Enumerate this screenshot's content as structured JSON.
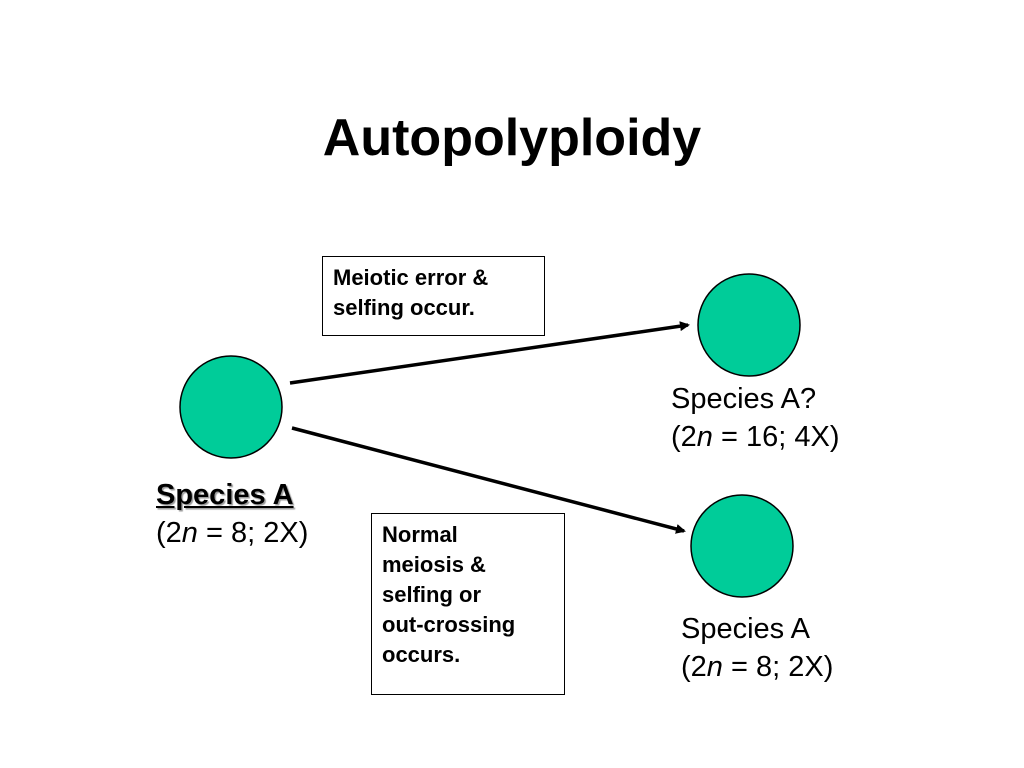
{
  "title": "Autopolyploidy",
  "colors": {
    "cell_fill": "#00CC99",
    "cell_stroke": "#000000",
    "arrow": "#000000"
  },
  "parent": {
    "name": "Species A",
    "formula_pre": "(2",
    "formula_var": "n",
    "formula_post": " = 8; 2X)"
  },
  "offspring_top": {
    "name": "Species A?",
    "formula_pre": "(2",
    "formula_var": "n",
    "formula_post": " = 16; 4X)"
  },
  "offspring_bottom": {
    "name": "Species A",
    "formula_pre": "(2",
    "formula_var": "n",
    "formula_post": " = 8; 2X)"
  },
  "note_top": {
    "lines": [
      "Meiotic error &",
      "selfing occur."
    ]
  },
  "note_bottom": {
    "lines": [
      "Normal",
      "meiosis &",
      "selfing or",
      "out-crossing",
      "occurs."
    ]
  }
}
